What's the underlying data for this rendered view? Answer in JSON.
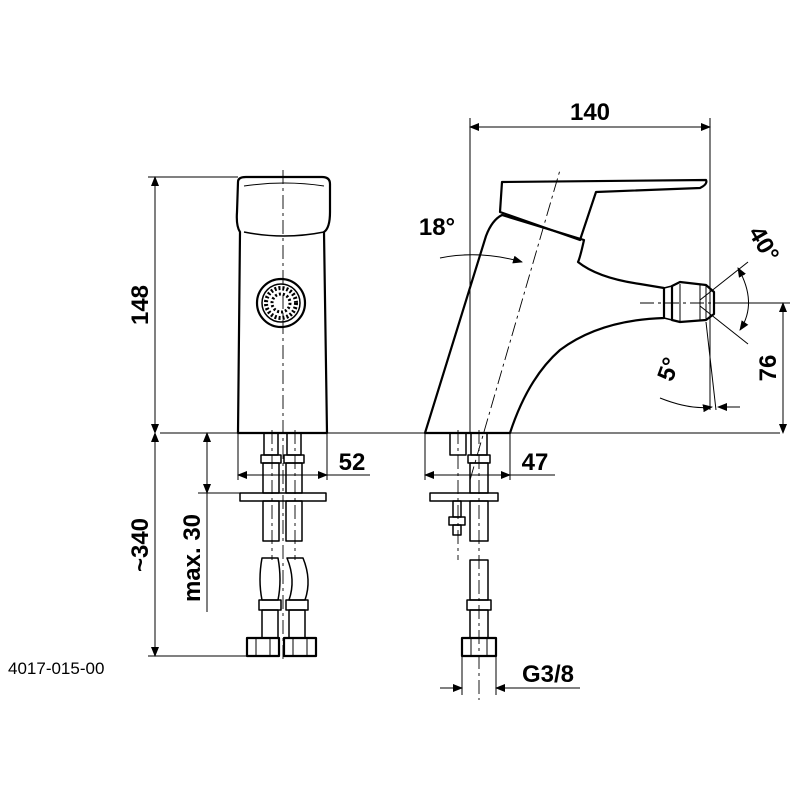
{
  "drawing": {
    "code": "4017-015-00",
    "dimensions": {
      "total_depth": "140",
      "height": "148",
      "base_width_front": "52",
      "base_width_side": "47",
      "outlet_height": "76",
      "hose_length": "~340",
      "max_thickness": "max. 30",
      "connection": "G3/8",
      "lever_angle": "18°",
      "spray_angle": "40°",
      "tilt_angle": "5°"
    }
  }
}
